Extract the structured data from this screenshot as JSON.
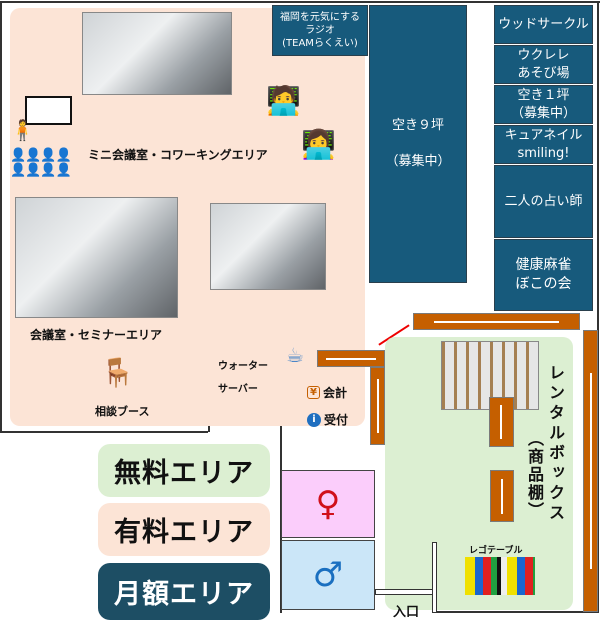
{
  "areas": {
    "coworking_label": "ミニ会議室・コワーキングエリア",
    "seminar_label": "会議室・セミナーエリア",
    "consult_label": "相談ブース",
    "water_server_label_1": "ウォーター",
    "water_server_label_2": "サーバー",
    "checkout_label": "会計",
    "reception_label": "受付",
    "rental_box_label": "レンタルボックス",
    "rental_box_sub": "（商品棚）",
    "lego_label": "レゴテーブル",
    "entrance_label": "入口"
  },
  "booths": {
    "radio": [
      "福岡を元気にする",
      "ラジオ",
      "(TEAMらくえい)"
    ],
    "vacant9": [
      "空き９坪",
      "（募集中）"
    ],
    "right": [
      [
        "ウッドサークル"
      ],
      [
        "ウクレレ",
        "あそび場"
      ],
      [
        "空き１坪",
        "（募集中）"
      ],
      [
        "キュアネイル",
        "smiling!"
      ],
      [
        "二人の占い師"
      ],
      [
        "健康麻雀",
        "ぼこの会"
      ]
    ]
  },
  "legend": {
    "free": "無料エリア",
    "paid": "有料エリア",
    "monthly": "月額エリア"
  },
  "icons": {
    "yen": "¥",
    "info": "i"
  },
  "colors": {
    "booth": "#175a7c",
    "paid": "#fce4d6",
    "free": "#dcefd2",
    "monthly": "#1d4e64",
    "shelf": "#c55f00"
  }
}
